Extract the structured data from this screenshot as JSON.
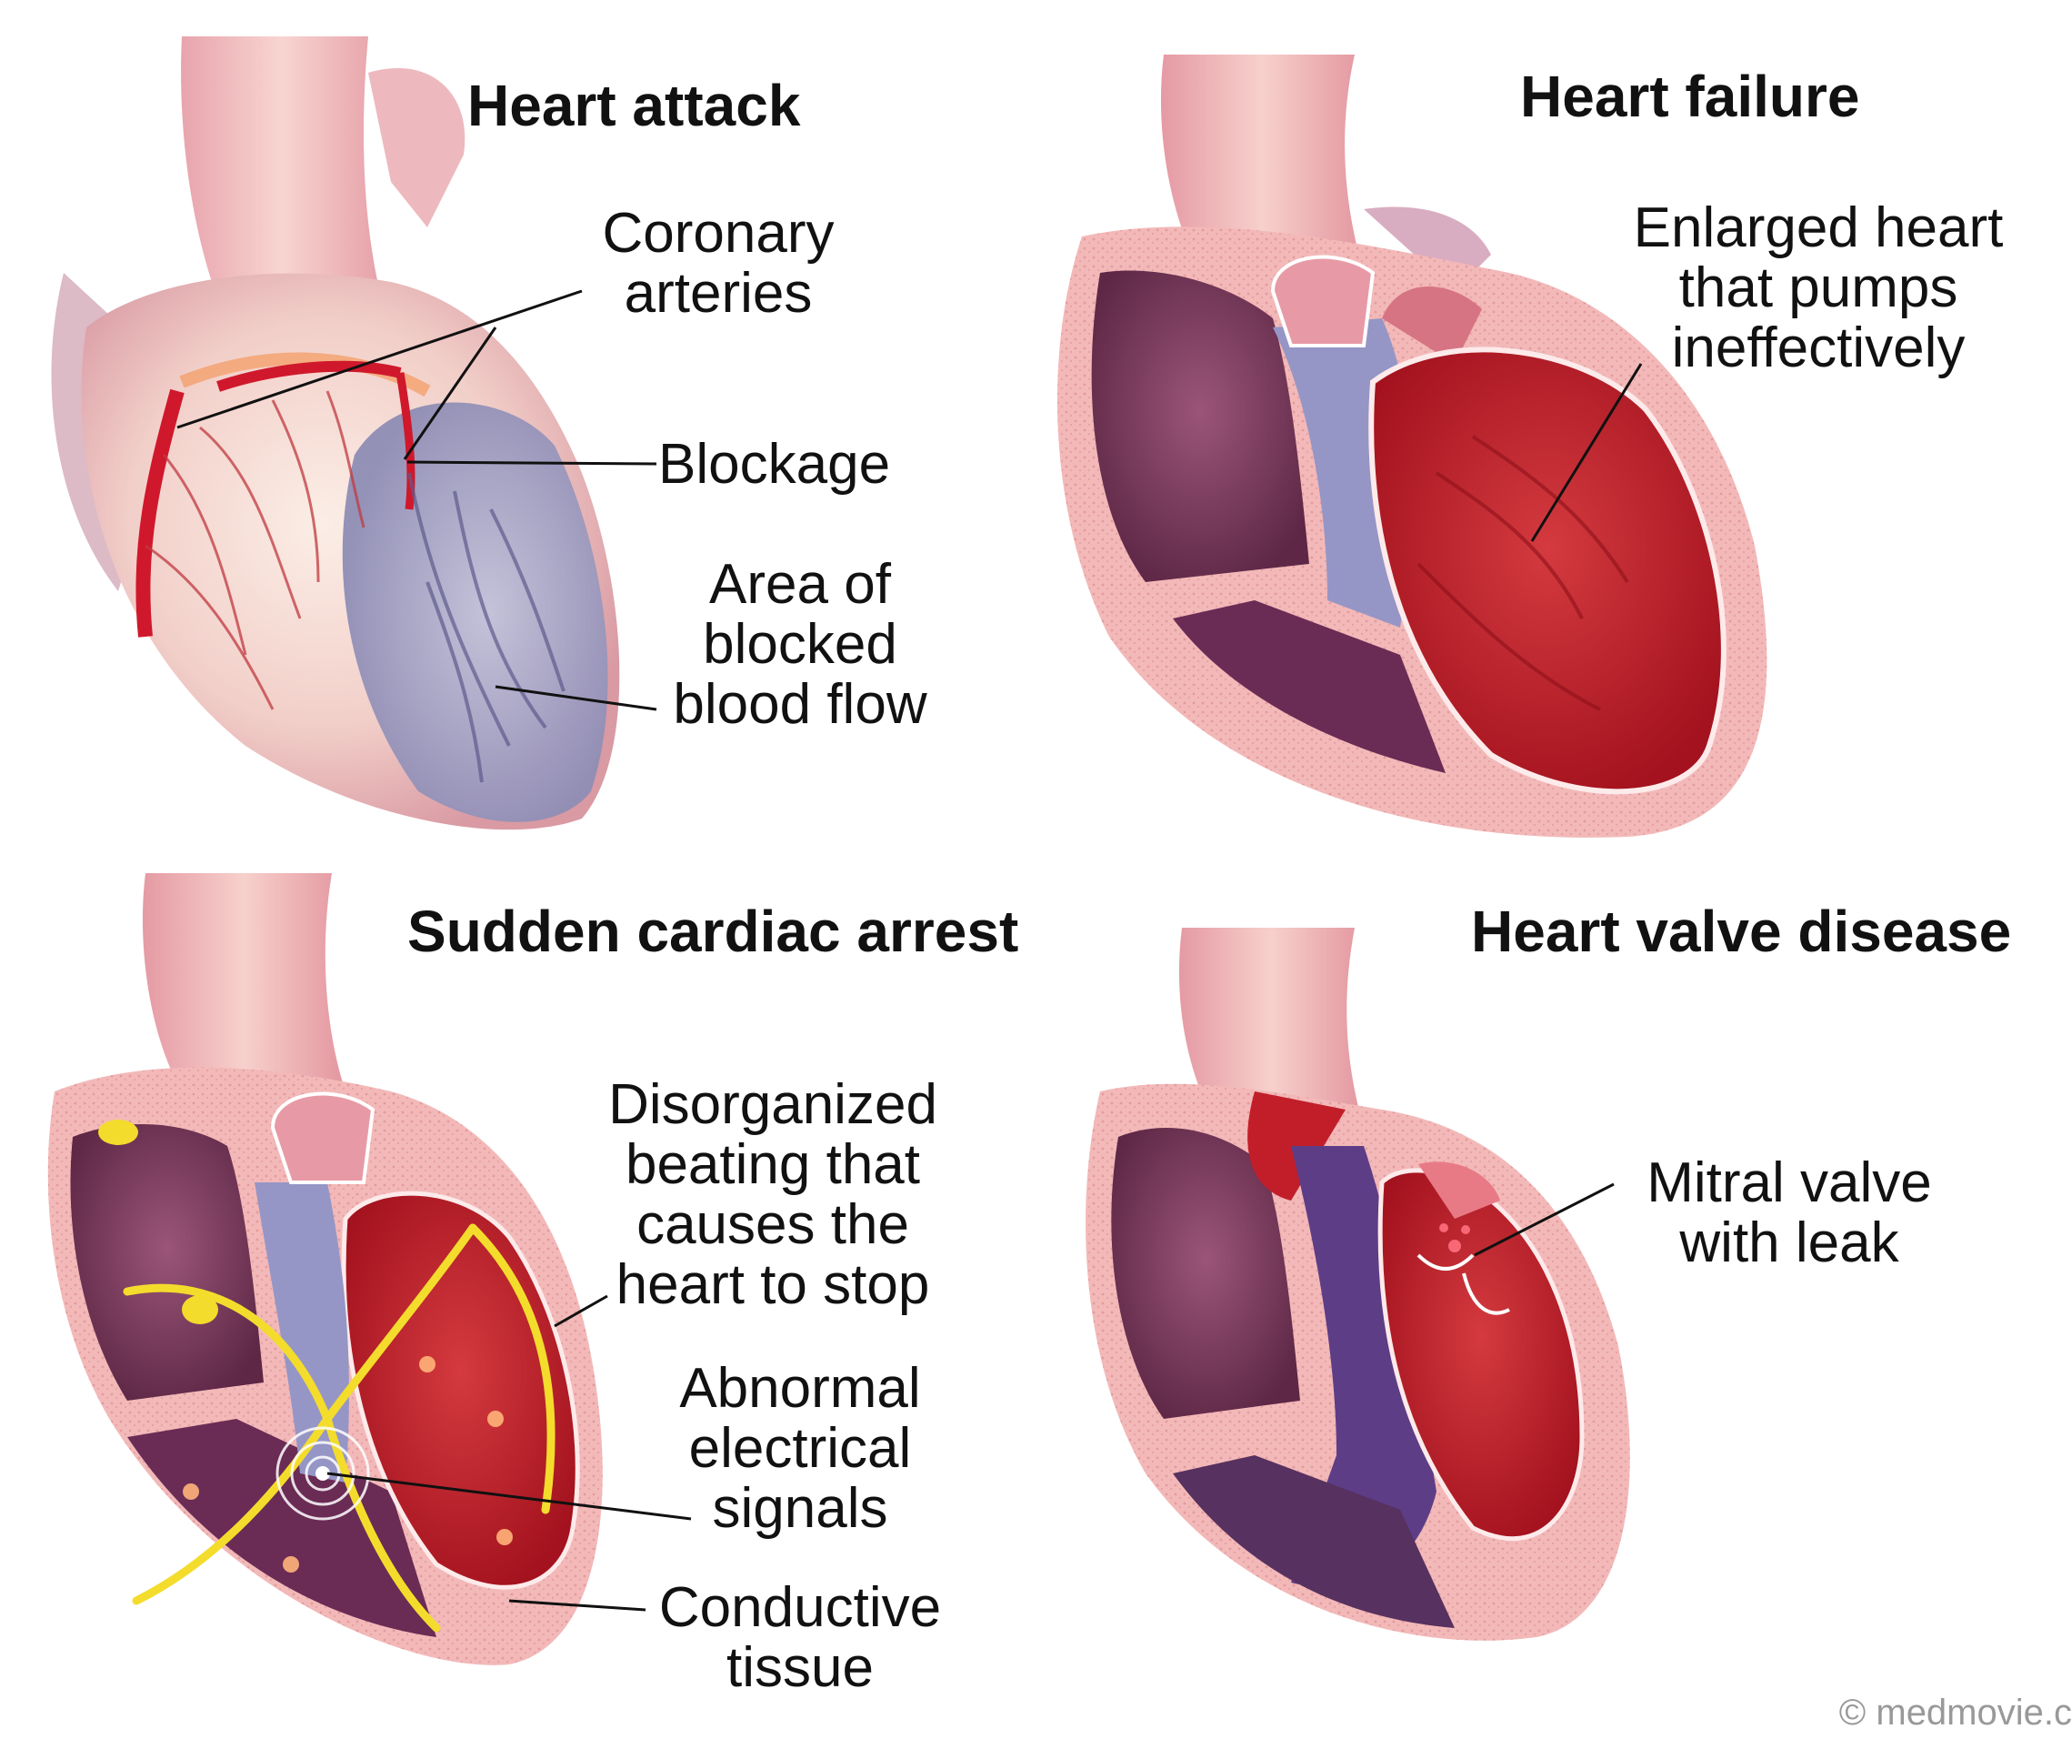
{
  "panels": [
    {
      "title": "Heart attack",
      "labels": [
        "Coronary\narteries",
        "Blockage",
        "Area of\nblocked\nblood flow"
      ]
    },
    {
      "title": "Heart failure",
      "labels": [
        "Enlarged heart\nthat pumps\nineffectively"
      ]
    },
    {
      "title": "Sudden cardiac arrest",
      "labels": [
        "Disorganized\nbeating that\ncauses the\nheart to stop",
        "Abnormal\nelectrical\nsignals",
        "Conductive\ntissue"
      ]
    },
    {
      "title": "Heart valve disease",
      "labels": [
        "Mitral valve\nwith leak"
      ]
    }
  ],
  "credit": "© medmovie.c",
  "colors": {
    "aorta": "#f0b8b8",
    "muscle": "#e9a0a6",
    "dark_chamber": "#7a3a5c",
    "red_chamber": "#c21e2a",
    "blocked": "#9d9cc0",
    "artery": "#d0182c",
    "conductive": "#f4dc2c"
  }
}
